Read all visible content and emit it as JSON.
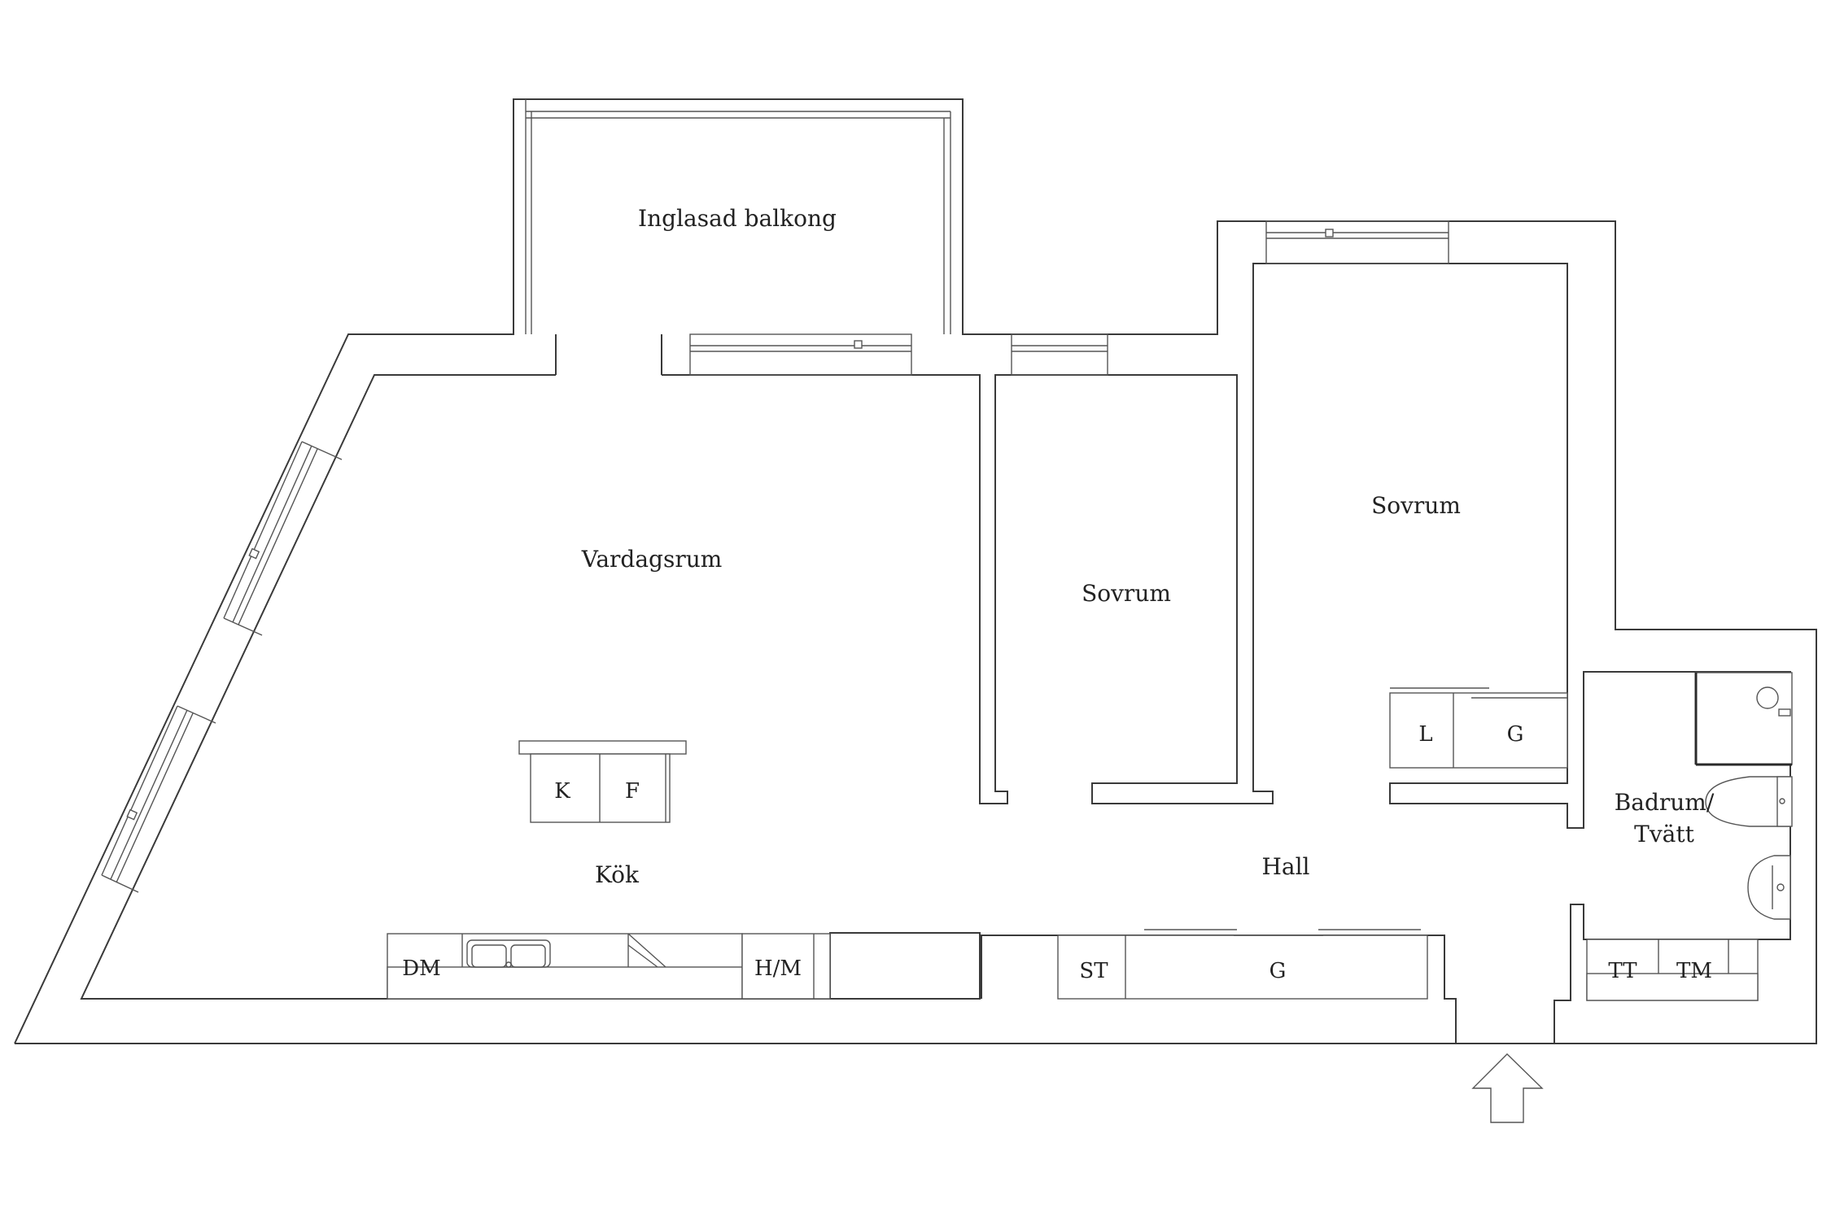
{
  "rooms": {
    "balcony": "Inglasad balkong",
    "living": "Vardagsrum",
    "bedroom_small": "Sovrum",
    "bedroom_large": "Sovrum",
    "kitchen": "Kök",
    "hall": "Hall",
    "bathroom_line1": "Badrum/",
    "bathroom_line2": "Tvätt"
  },
  "fixtures": {
    "fridge": "K",
    "freezer": "F",
    "dishwasher": "DM",
    "oven_micro": "H/M",
    "linen": "L",
    "wardrobe_bedroom": "G",
    "storage": "ST",
    "wardrobe_hall": "G",
    "dryer": "TT",
    "washer": "TM"
  },
  "icons": {
    "entrance": "arrow-up-icon"
  }
}
